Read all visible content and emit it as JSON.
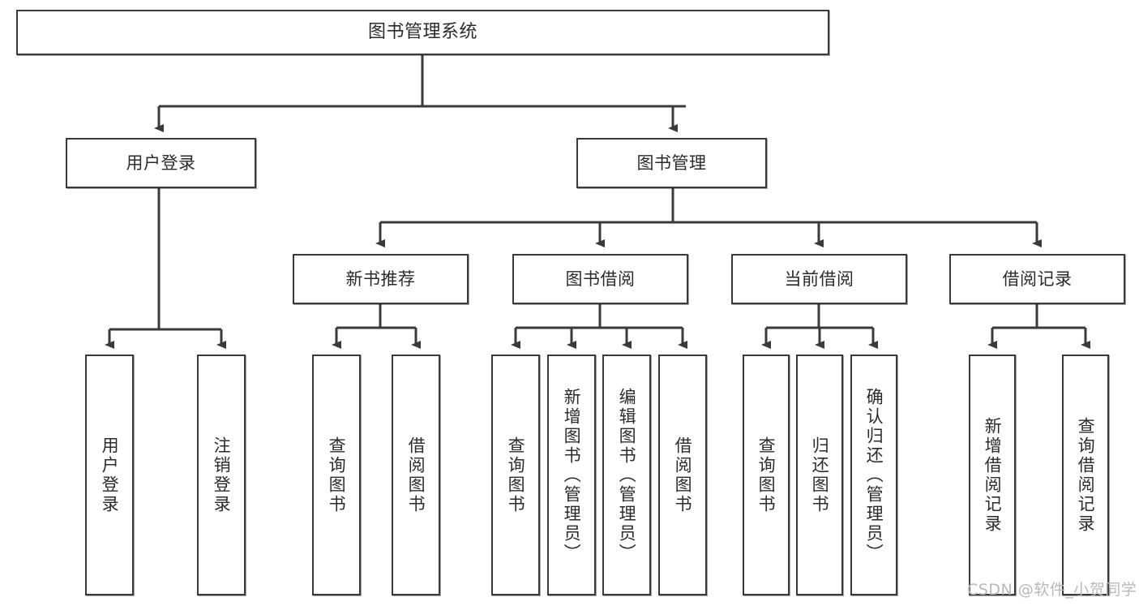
{
  "diagram": {
    "title": "图书管理系统",
    "type": "tree-hierarchy",
    "watermark": "CSDN @软件_小贺同学",
    "colors": {
      "background": "#ffffff",
      "node_border": "#3a3a3a",
      "node_fill": "#ffffff",
      "edge": "#3a3a3a",
      "text": "#2b2b2b",
      "watermark": "#b9b9b9"
    },
    "nodes": {
      "root": {
        "label": "图书管理系统"
      },
      "level2": [
        {
          "label": "用户登录"
        },
        {
          "label": "图书管理"
        }
      ],
      "level3": [
        {
          "label": "新书推荐"
        },
        {
          "label": "图书借阅"
        },
        {
          "label": "当前借阅"
        },
        {
          "label": "借阅记录"
        }
      ],
      "leaves": {
        "user_login": [
          {
            "label": "用户登录"
          },
          {
            "label": "注销登录"
          }
        ],
        "new_book_recommend": [
          {
            "label": "查询图书"
          },
          {
            "label": "借阅图书"
          }
        ],
        "book_borrow": [
          {
            "label": "查询图书"
          },
          {
            "label": "新增图书（管理员）"
          },
          {
            "label": "编辑图书（管理员）"
          },
          {
            "label": "借阅图书"
          }
        ],
        "current_borrow": [
          {
            "label": "查询图书"
          },
          {
            "label": "归还图书"
          },
          {
            "label": "确认归还（管理员）"
          }
        ],
        "borrow_record": [
          {
            "label": "新增借阅记录"
          },
          {
            "label": "查询借阅记录"
          }
        ]
      }
    }
  }
}
